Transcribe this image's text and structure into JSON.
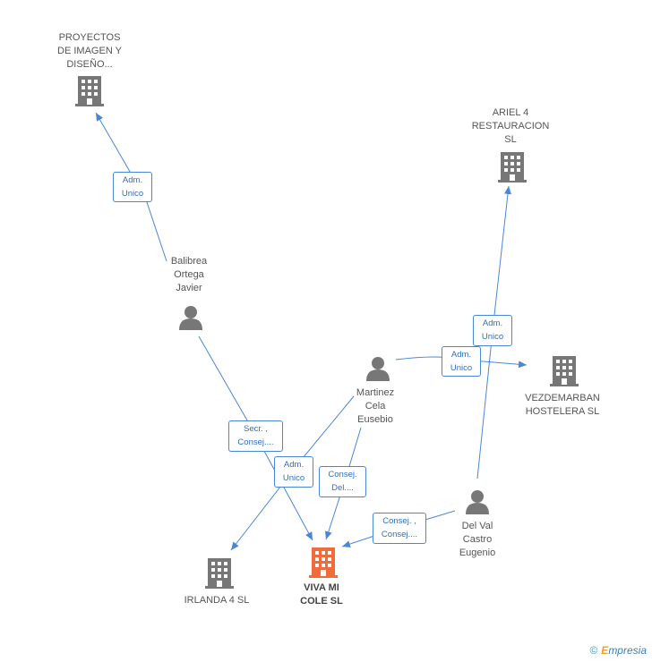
{
  "colors": {
    "edge": "#4a86d6",
    "node_default": "#777777",
    "node_main": "#f26b3a"
  },
  "nodes": {
    "proyectos": {
      "label": "PROYECTOS\nDE IMAGEN Y\nDISEÑO...",
      "kind": "company",
      "icon": "building-icon"
    },
    "ariel": {
      "label": "ARIEL 4\nRESTAURACION\nSL",
      "kind": "company",
      "icon": "building-icon"
    },
    "balibrea": {
      "label": "Balibrea\nOrtega\nJavier",
      "kind": "person",
      "icon": "person-icon"
    },
    "martinez": {
      "label": "Martinez\nCela\nEusebio",
      "kind": "person",
      "icon": "person-icon"
    },
    "vezdemarban": {
      "label": "VEZDEMARBAN\nHOSTELERA SL",
      "kind": "company",
      "icon": "building-icon"
    },
    "delval": {
      "label": "Del Val\nCastro\nEugenio",
      "kind": "person",
      "icon": "person-icon"
    },
    "irlanda": {
      "label": "IRLANDA 4 SL",
      "kind": "company",
      "icon": "building-icon"
    },
    "vivami": {
      "label": "VIVA MI\nCOLE SL",
      "kind": "company-main",
      "icon": "building-icon"
    }
  },
  "edges": {
    "balibrea_proyectos": {
      "label": "Adm.\nUnico"
    },
    "balibrea_vivami": {
      "label": "Secr. ,\nConsej...."
    },
    "martinez_irlanda": {
      "label": "Adm.\nUnico"
    },
    "martinez_vivami": {
      "label": "Consej.\nDel...."
    },
    "martinez_vezdemarban": {
      "label": "Adm.\nUnico"
    },
    "delval_ariel": {
      "label": "Adm.\nUnico"
    },
    "delval_vivami": {
      "label": "Consej. ,\nConsej...."
    }
  },
  "footer": {
    "copyright": "©",
    "brand_initial": "E",
    "brand_rest": "mpresia"
  }
}
